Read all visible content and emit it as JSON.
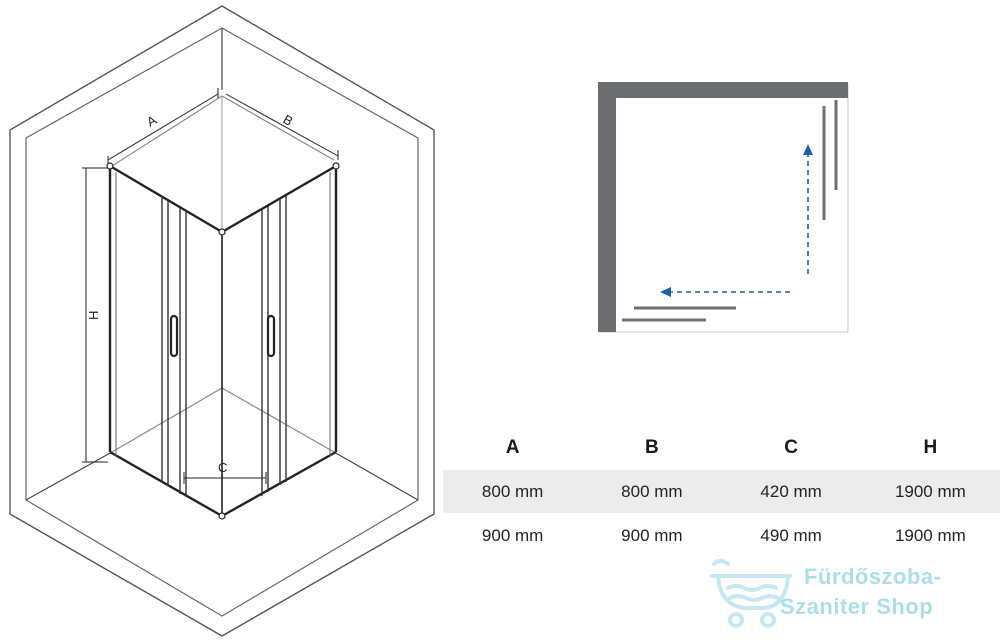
{
  "diagram": {
    "dimension_labels": {
      "a": "A",
      "b": "B",
      "c": "C",
      "h": "H"
    }
  },
  "plan": {
    "wall_color": "#6d6e71",
    "glass_color": "#707070",
    "arrow_color": "#1f5fa8",
    "icons": [
      "wall-l-shape-icon",
      "sliding-door-arrow-icon"
    ]
  },
  "table": {
    "headers": [
      "A",
      "B",
      "C",
      "H"
    ],
    "rows": [
      [
        "800 mm",
        "800 mm",
        "420 mm",
        "1900 mm"
      ],
      [
        "900 mm",
        "900 mm",
        "490 mm",
        "1900 mm"
      ]
    ],
    "stripe_color": "#ececec"
  },
  "watermark": {
    "line1": "Fürdőszoba-",
    "line2": "Szaniter Shop",
    "color": "#8fd3e3",
    "icon": "bathtub-logo-icon"
  }
}
